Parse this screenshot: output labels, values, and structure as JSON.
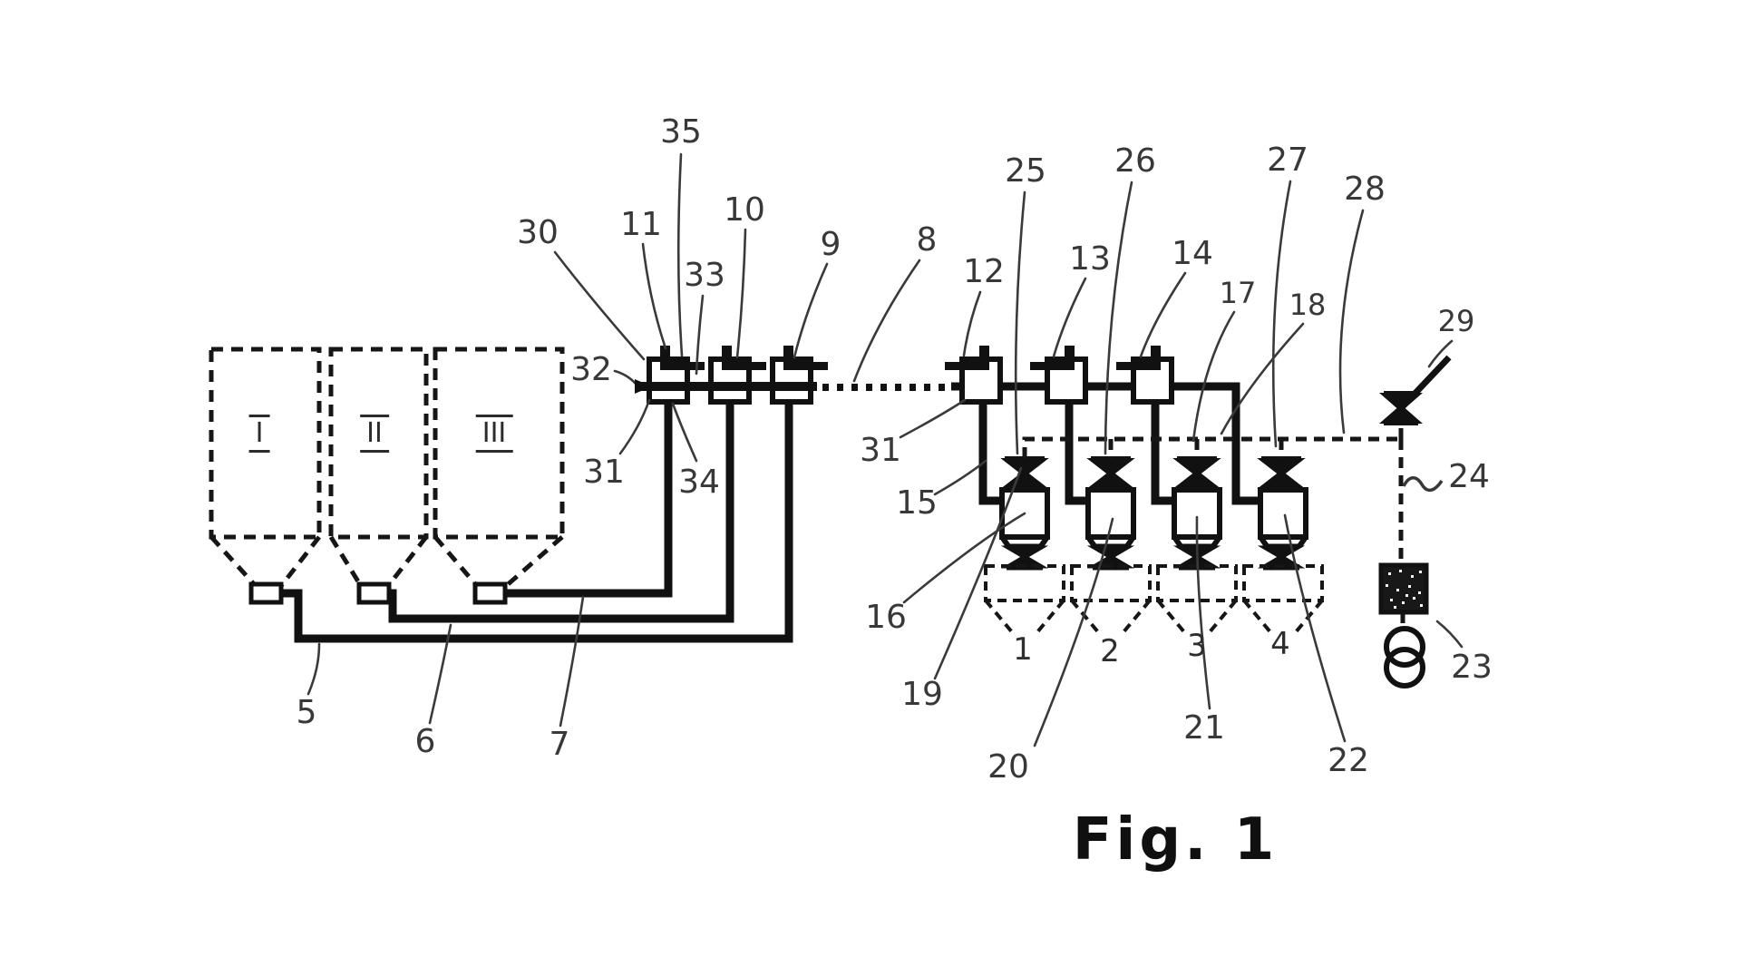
{
  "figure": {
    "caption": "Fig. 1"
  },
  "colors": {
    "background": "#ffffff",
    "ink": "#161616",
    "label_ink": "#383838"
  },
  "silos": [
    {
      "numeral": "I"
    },
    {
      "numeral": "II"
    },
    {
      "numeral": "III"
    }
  ],
  "bins": [
    {
      "number": "1"
    },
    {
      "number": "2"
    },
    {
      "number": "3"
    },
    {
      "number": "4"
    }
  ],
  "ref_labels": {
    "n5": "5",
    "n6": "6",
    "n7": "7",
    "n8": "8",
    "n9": "9",
    "n10": "10",
    "n11": "11",
    "n12": "12",
    "n13": "13",
    "n14": "14",
    "n15": "15",
    "n16": "16",
    "n17": "17",
    "n18": "18",
    "n19": "19",
    "n20": "20",
    "n21": "21",
    "n22": "22",
    "n23": "23",
    "n24": "24",
    "n25": "25",
    "n26": "26",
    "n27": "27",
    "n28": "28",
    "n29": "29",
    "n30": "30",
    "n31a": "31",
    "n31b": "31",
    "n32": "32",
    "n33": "33",
    "n34": "34",
    "n35": "35"
  },
  "symbols": [
    "storage-silo",
    "silo-outlet",
    "conveying-pipe",
    "slide-valve",
    "pinch-valve",
    "dispenser-vessel",
    "receiving-bin",
    "air-header-line",
    "shutoff-valve",
    "dust-filter",
    "vacuum-pump"
  ]
}
